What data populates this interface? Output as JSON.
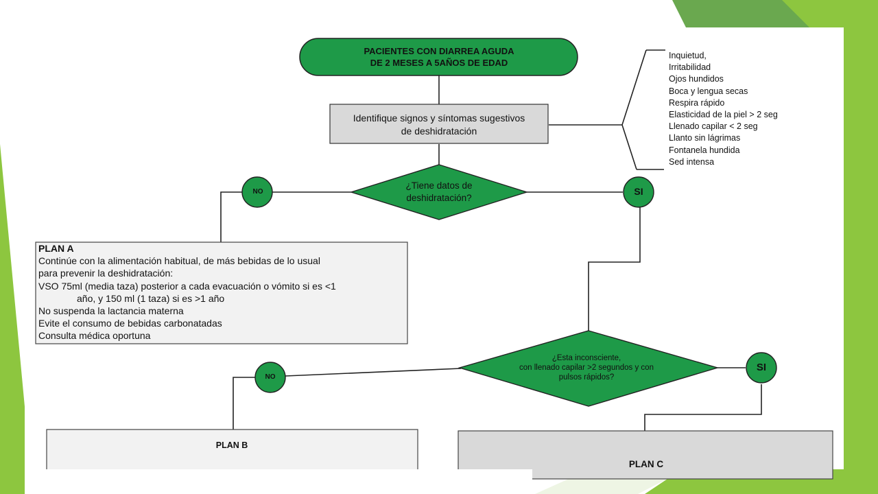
{
  "theme": {
    "accent_green": "#8dc63f",
    "node_green": "#1e9a48",
    "box_gray": "#d9d9d9",
    "box_light": "#f2f2f2"
  },
  "flowchart": {
    "start": {
      "line1": "PACIENTES CON  DIARREA AGUDA",
      "line2": "DE 2 MESES A 5AÑOS DE EDAD"
    },
    "identify": {
      "line1": "Identifique signos y síntomas sugestivos",
      "line2": "de deshidratación"
    },
    "signs": [
      "Inquietud,",
      "Irritabilidad",
      "Ojos hundidos",
      "Boca y lengua secas",
      "Respira rápido",
      "Elasticidad de la piel > 2 seg",
      "Llenado capilar < 2 seg",
      "Llanto sin lágrimas",
      "Fontanela hundida",
      "Sed intensa"
    ],
    "question1": {
      "line1": "¿Tiene datos de",
      "line2": "deshidratación?"
    },
    "q1_no": "NO",
    "q1_yes": "SI",
    "plan_a": {
      "title": "PLAN A",
      "lines": [
        "Continúe con la  alimentación habitual, de más bebidas de lo usual",
        "para prevenir la deshidratación:",
        "VSO 75ml (media taza) posterior a cada evacuación o vómito si es <1",
        "año, y 150 ml (1 taza) si es >1 año",
        "No suspenda la lactancia materna",
        "Evite el consumo de bebidas carbonatadas",
        "Consulta médica oportuna"
      ]
    },
    "question2": {
      "line1": "¿Esta inconsciente,",
      "line2": "con llenado capilar >2 segundos y con",
      "line3": "pulsos rápidos?"
    },
    "q2_no": "NO",
    "q2_yes": "SI",
    "plan_b": {
      "title": "PLAN B"
    },
    "plan_c": {
      "title": "PLAN C"
    }
  }
}
